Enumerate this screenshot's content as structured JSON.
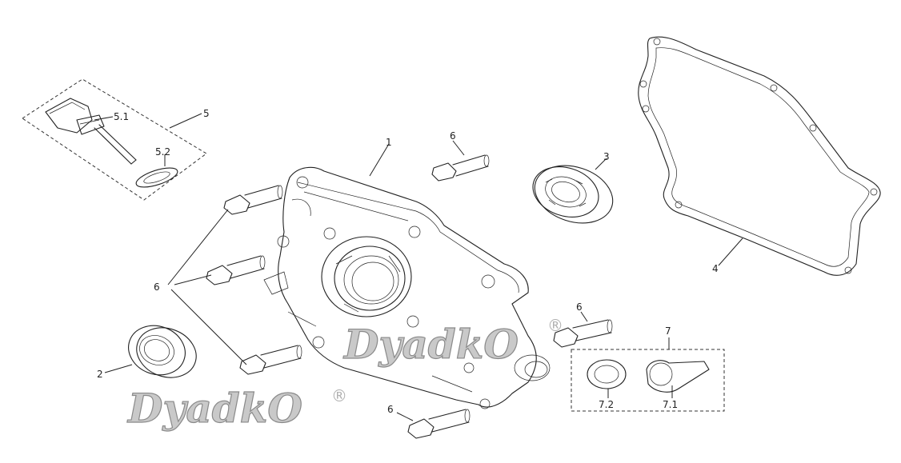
{
  "callouts": {
    "c1": "1",
    "c2": "2",
    "c3": "3",
    "c4": "4",
    "c5": "5",
    "c5_1": "5.1",
    "c5_2": "5.2",
    "c6a": "6",
    "c6b": "6",
    "c6c": "6",
    "c6d": "6",
    "c7": "7",
    "c7_1": "7.1",
    "c7_2": "7.2"
  },
  "watermarks": {
    "wm1": "DyadkO",
    "wm1_mark": "®",
    "wm2": "DyadkO",
    "wm2_mark": "®"
  }
}
